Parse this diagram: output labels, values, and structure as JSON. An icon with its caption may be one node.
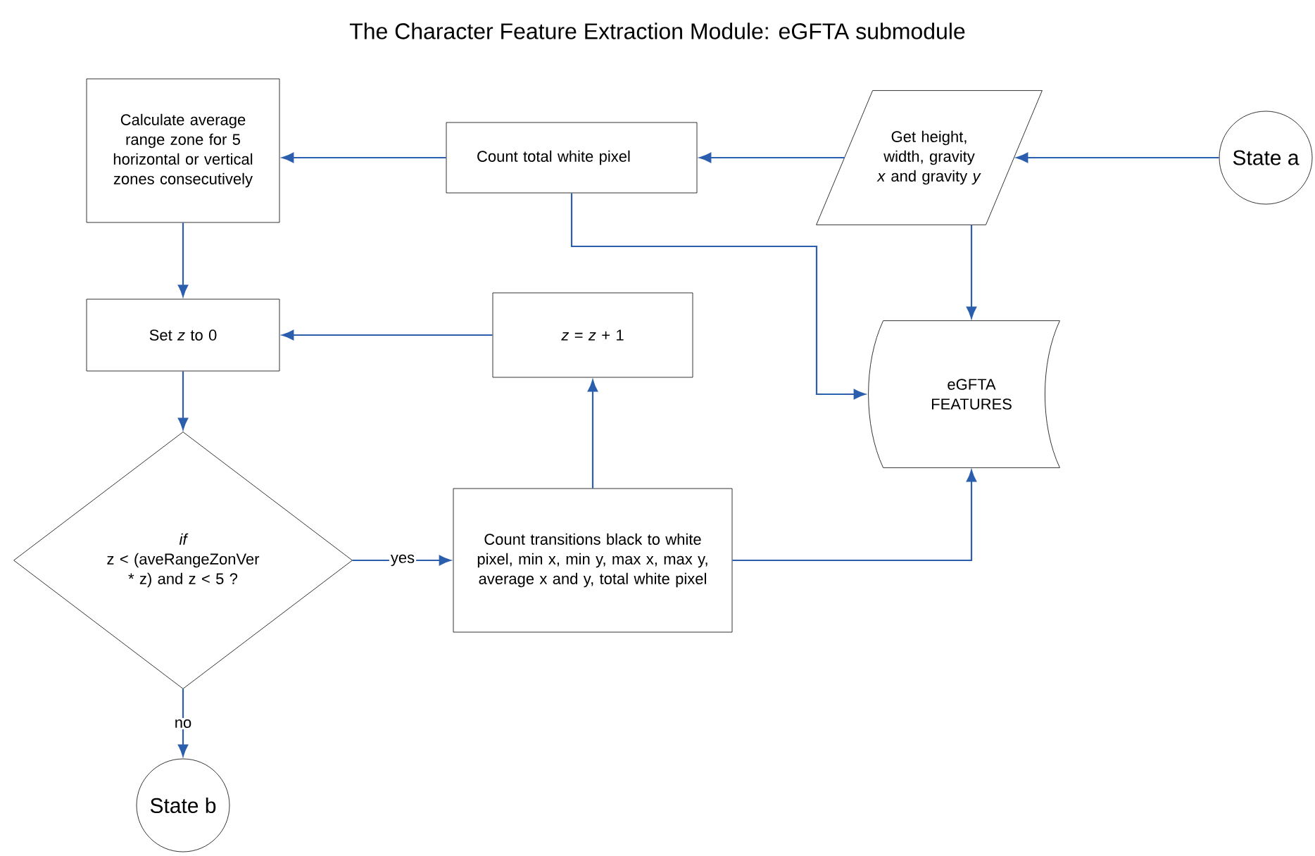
{
  "diagram": {
    "title": "The Character Feature Extraction Module: eGFTA submodule",
    "nodes": [
      {
        "text": [
          "State a"
        ]
      },
      {
        "text": [
          "Get height, width, gravity *x* and gravity *y*"
        ]
      },
      {
        "text": [
          "Count total white pixel"
        ]
      },
      {
        "text": [
          "Calculate average range zone for 5 horizontal or vertical zones consecutively"
        ]
      },
      {
        "text": [
          "Set *z* to 0"
        ]
      },
      {
        "text": [
          "*z* = *z* + 1"
        ]
      },
      {
        "text": [
          "eGFTA FEATURES"
        ]
      },
      {
        "text": [
          "if",
          "z < (aveRangeZonVer * z) and z < 5 ?"
        ]
      },
      {
        "text": [
          "Count transitions black to white pixel, min x, min y, max x, max y, average x and y, total white pixel"
        ]
      },
      {
        "text": [
          "State b"
        ]
      }
    ],
    "edges": [
      {
        "from": 0,
        "to": 1,
        "arrow": "to"
      },
      {
        "from": 1,
        "to": 2,
        "arrow": "to"
      },
      {
        "from": 2,
        "to": 3,
        "arrow": "to"
      },
      {
        "from": 3,
        "to": 4,
        "arrow": "to"
      },
      {
        "from": 5,
        "to": 4,
        "arrow": "to"
      },
      {
        "from": 4,
        "to": 7,
        "arrow": "to"
      },
      {
        "from": 7,
        "to": 8,
        "arrow": "to",
        "label": "yes"
      },
      {
        "from": 8,
        "to": 5,
        "arrow": "to"
      },
      {
        "from": 8,
        "to": 6,
        "arrow": "to"
      },
      {
        "from": 2,
        "to": 6,
        "arrow": "to"
      },
      {
        "from": 1,
        "to": 6,
        "arrow": "to"
      },
      {
        "from": 7,
        "to": 9,
        "arrow": "to",
        "label": "no"
      }
    ]
  }
}
